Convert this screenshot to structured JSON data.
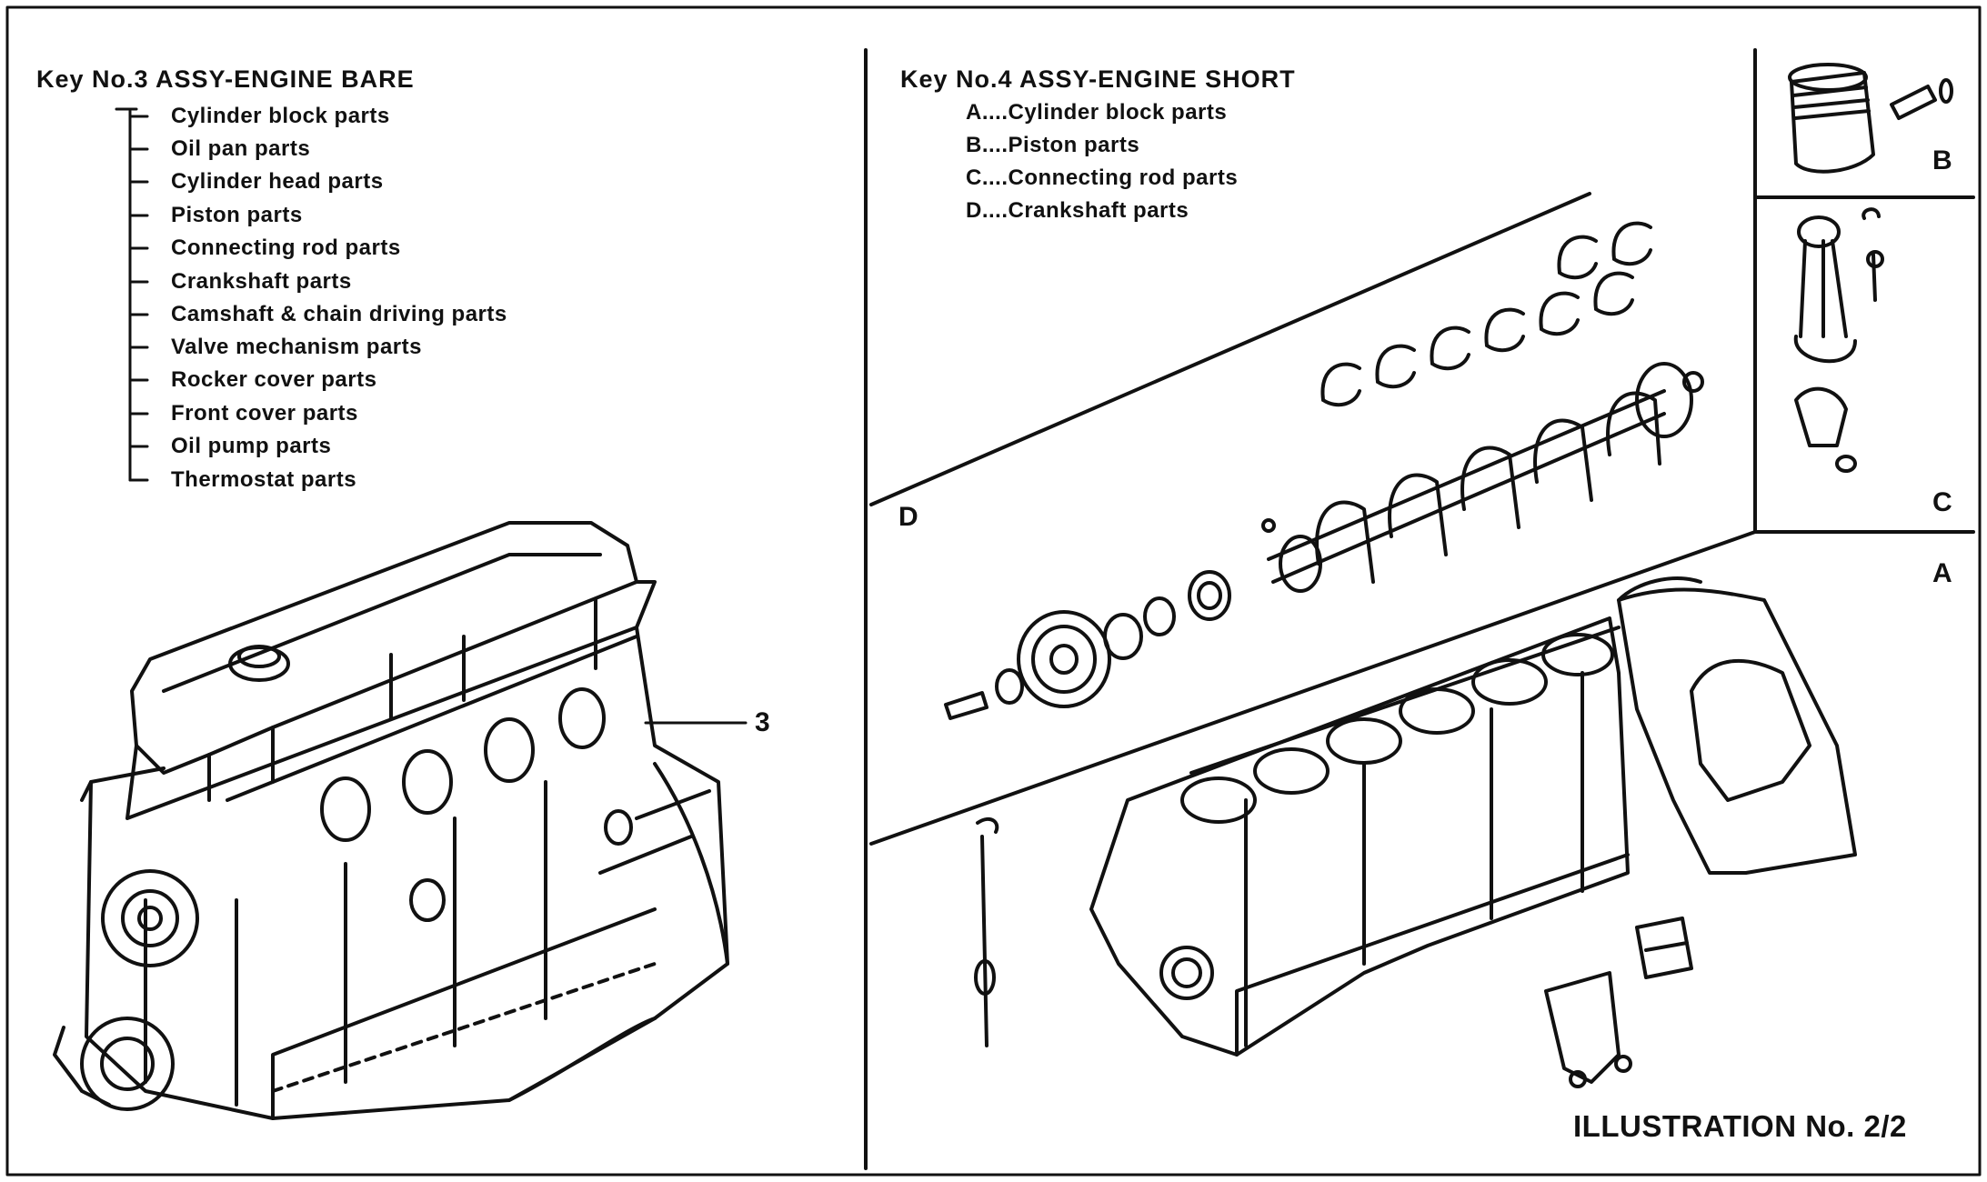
{
  "left_panel": {
    "heading": "Key No.3 ASSY-ENGINE BARE",
    "items": [
      "Cylinder block parts",
      "Oil pan parts",
      "Cylinder head parts",
      "Piston parts",
      "Connecting rod parts",
      "Crankshaft parts",
      "Camshaft & chain driving parts",
      "Valve mechanism parts",
      "Rocker cover parts",
      "Front cover parts",
      "Oil pump parts",
      "Thermostat parts"
    ],
    "callout": "3"
  },
  "right_panel": {
    "heading": "Key No.4 ASSY-ENGINE SHORT",
    "items": [
      "A....Cylinder block parts",
      "B....Piston parts",
      "C....Connecting rod parts",
      "D....Crankshaft parts"
    ],
    "section_labels": {
      "a": "A",
      "b": "B",
      "c": "C",
      "d": "D"
    }
  },
  "caption": "ILLUSTRATION No. 2/2"
}
